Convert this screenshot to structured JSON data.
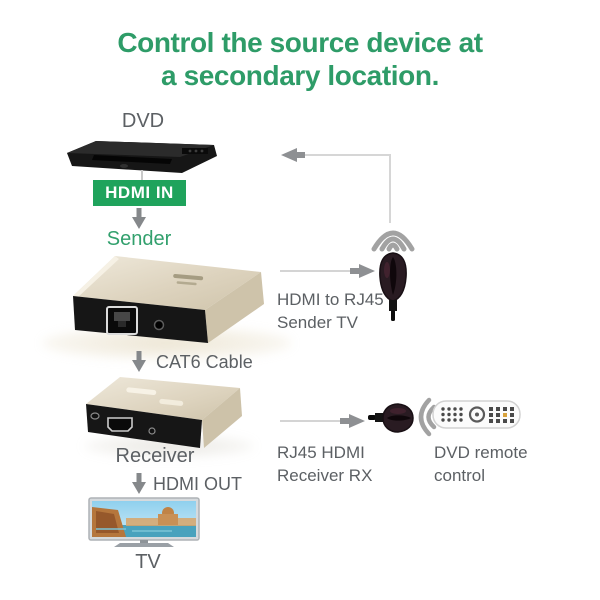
{
  "title": {
    "line1": "Control the source device at",
    "line2": "a secondary location."
  },
  "labels": {
    "dvd": "DVD",
    "hdmi_in": "HDMI IN",
    "sender": "Sender",
    "hdmi_to_rj45": "HDMI to RJ45",
    "sender_tv": "Sender TV",
    "cat6": "CAT6 Cable",
    "receiver": "Receiver",
    "hdmi_out": "HDMI OUT",
    "tv": "TV",
    "rj45_hdmi": "RJ45 HDMI",
    "receiver_rx": "Receiver RX",
    "dvd_remote": "DVD remote",
    "control": "control"
  },
  "colors": {
    "title_green": "#2e9c68",
    "badge_green": "#1fa35c",
    "label_gray": "#5c6064",
    "line_gray": "#d4d4d4",
    "arrow_gray": "#8e9093",
    "device_champagne": "#ded4bf",
    "device_front_black": "#161616"
  },
  "icons": {
    "wifi_signal": "radiating-signal-arcs",
    "down_arrow": "solid-down-arrow",
    "right_arrow": "solid-right-arrow",
    "left_arrow": "solid-left-arrow"
  }
}
